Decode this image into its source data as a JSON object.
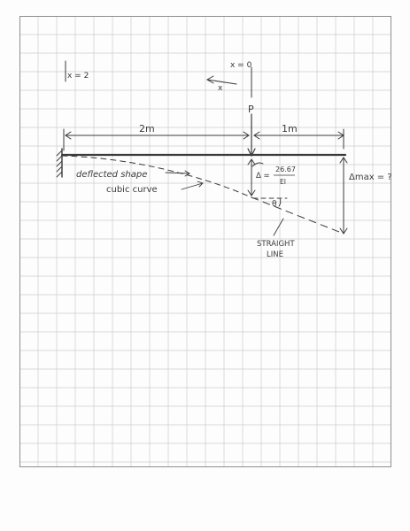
{
  "labels": {
    "x_two": "x = 2",
    "x_zero": "x = 0",
    "x_dir": "x",
    "load": "P",
    "span_left": "2m",
    "span_right": "1m",
    "deflected_shape": "deflected shape",
    "cubic_curve": "cubic curve",
    "delta_symbol": "Δ =",
    "delta_num": "26.67",
    "delta_den": "EI",
    "theta": "θ",
    "delta_max": "Δmax = ?",
    "straight": "STRAIGHT",
    "line": "LINE"
  },
  "colors": {
    "grid": "#c9cdd2",
    "border": "#8f8f8f",
    "ink": "#3a3a3a",
    "paper": "#fdfdfd"
  }
}
